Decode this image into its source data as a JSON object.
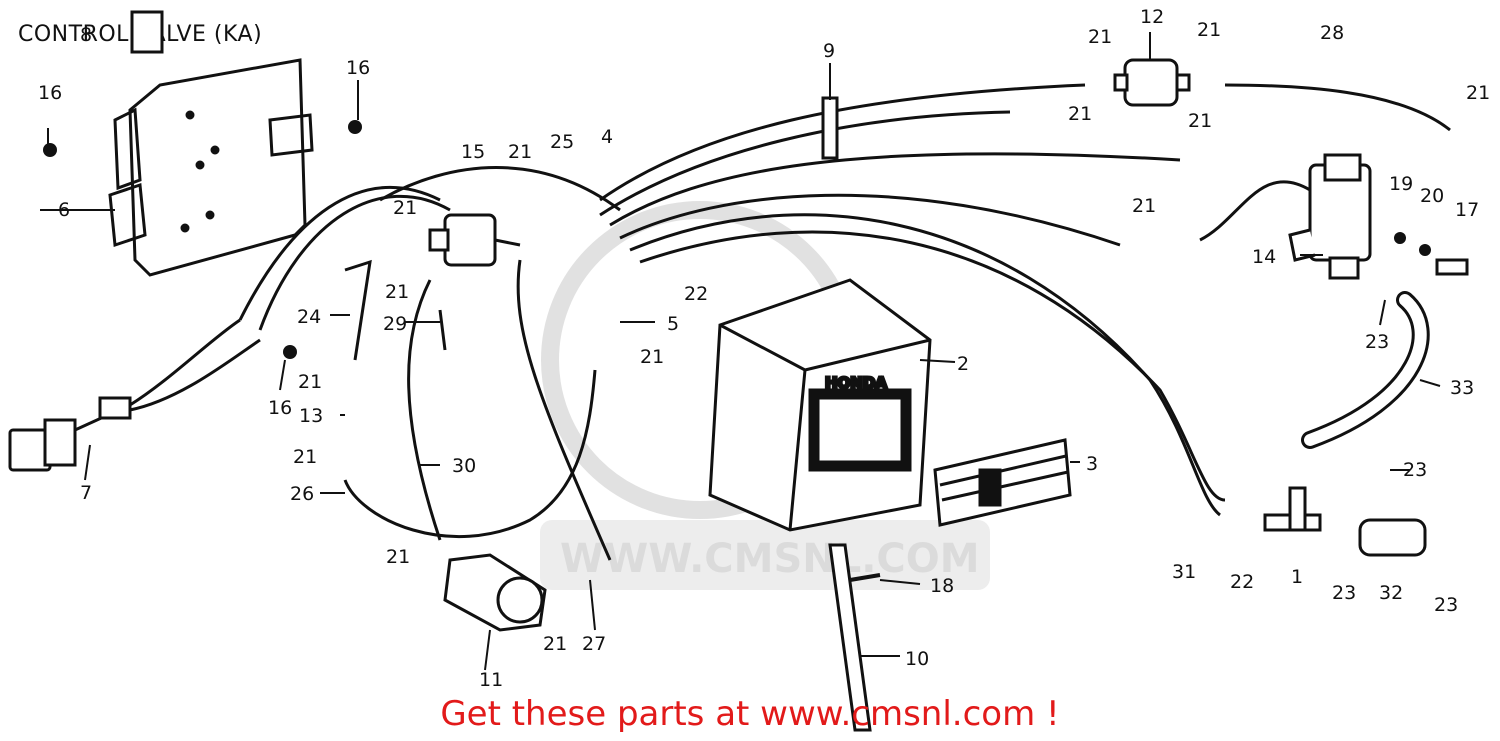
{
  "title": "CONTROL VALVE (KA)",
  "watermark": "WWW.CMSNL.COM",
  "canister_brand": "HONDA",
  "footer": "Get these parts at www.cmsnl.com !",
  "colors": {
    "footer": "#e21a1a",
    "line": "#111111",
    "watermark": "#d8d8d8"
  },
  "callouts": {
    "c1": "1",
    "c2": "2",
    "c3": "3",
    "c4": "4",
    "c5": "5",
    "c6": "6",
    "c7": "7",
    "c8": "8",
    "c9": "9",
    "c10": "10",
    "c11": "11",
    "c12": "12",
    "c13": "13",
    "c14": "14",
    "c15": "15",
    "c16a": "16",
    "c16b": "16",
    "c16c": "16",
    "c17": "17",
    "c18": "18",
    "c19": "19",
    "c20": "20",
    "c21a": "21",
    "c21b": "21",
    "c21c": "21",
    "c21d": "21",
    "c21e": "21",
    "c21f": "21",
    "c21g": "21",
    "c21h": "21",
    "c21i": "21",
    "c21j": "21",
    "c21k": "21",
    "c21l": "21",
    "c21m": "21",
    "c21n": "21",
    "c22a": "22",
    "c22b": "22",
    "c23a": "23",
    "c23b": "23",
    "c23c": "23",
    "c23d": "23",
    "c24": "24",
    "c25": "25",
    "c26": "26",
    "c27": "27",
    "c28": "28",
    "c29": "29",
    "c30": "30",
    "c31": "31",
    "c32": "32",
    "c33": "33"
  }
}
